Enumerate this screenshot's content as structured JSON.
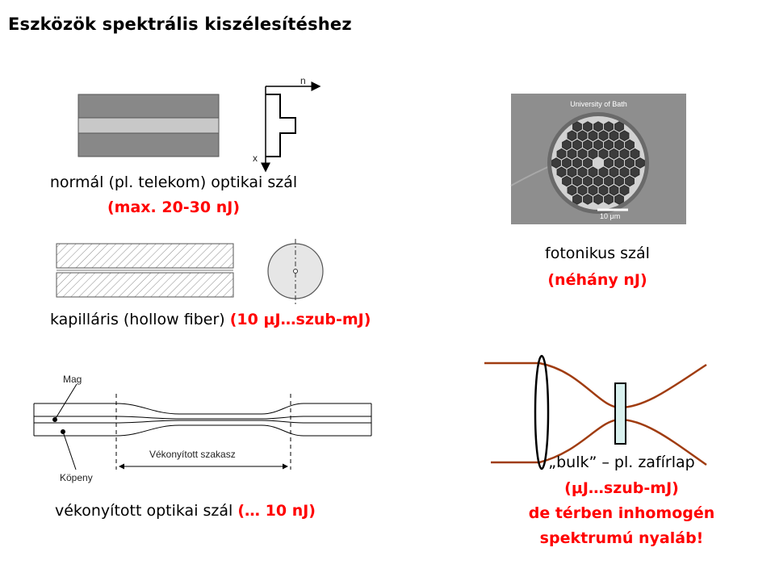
{
  "title": "Eszközök spektrális kiszélesítéshez",
  "normal_fiber": {
    "axis_n": "n",
    "axis_x": "x",
    "caption": "normál (pl. telekom) optikai szál",
    "limit": "(max. 20-30 nJ)"
  },
  "capillary": {
    "caption": "kapilláris (hollow fiber)",
    "limit": "(10 μJ…szub-mJ)"
  },
  "tapered": {
    "label_core": "Mag",
    "label_cladding": "Köpeny",
    "label_section": "Vékonyított  szakasz",
    "caption": "vékonyított optikai szál",
    "limit": "(… 10 nJ)"
  },
  "photonic": {
    "image_label": "University of Bath",
    "scale_label": "10 μm",
    "caption": "fotonikus szál",
    "limit": "(néhány nJ)"
  },
  "bulk": {
    "caption": "„bulk” – pl. zafírlap",
    "limit": "(μJ…szub-mJ)",
    "warning_line1": "de térben inhomogén",
    "warning_line2": "spektrumú nyaláb!"
  },
  "colors": {
    "accent_red": "#ff0000",
    "beam_brown": "#a03c10",
    "plate_fill": "#d8f0ee"
  }
}
